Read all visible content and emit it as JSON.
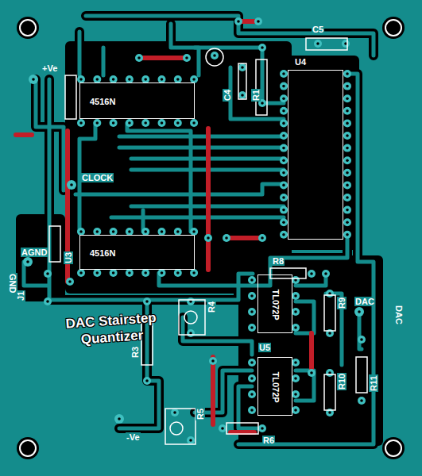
{
  "diagram": {
    "nodes": [
      {
        "text": [
          "U4"
        ]
      },
      {
        "text": [
          "4516N"
        ]
      },
      {
        "text": [
          "4516N"
        ]
      },
      {
        "text": [
          "TL072P"
        ]
      },
      {
        "text": [
          "TL072P"
        ]
      }
    ],
    "labels": [
      "C5",
      "+Ve",
      "C4",
      "R1",
      "CLOCK",
      "U3",
      "AGND",
      "GND",
      "J1",
      "R8",
      "R9",
      "DAC",
      "DAC",
      "R4",
      "R3",
      "DAC Stairstep Quantizer",
      "U5",
      "R10",
      "R11",
      "R5",
      "-Ve",
      "R6"
    ]
  }
}
